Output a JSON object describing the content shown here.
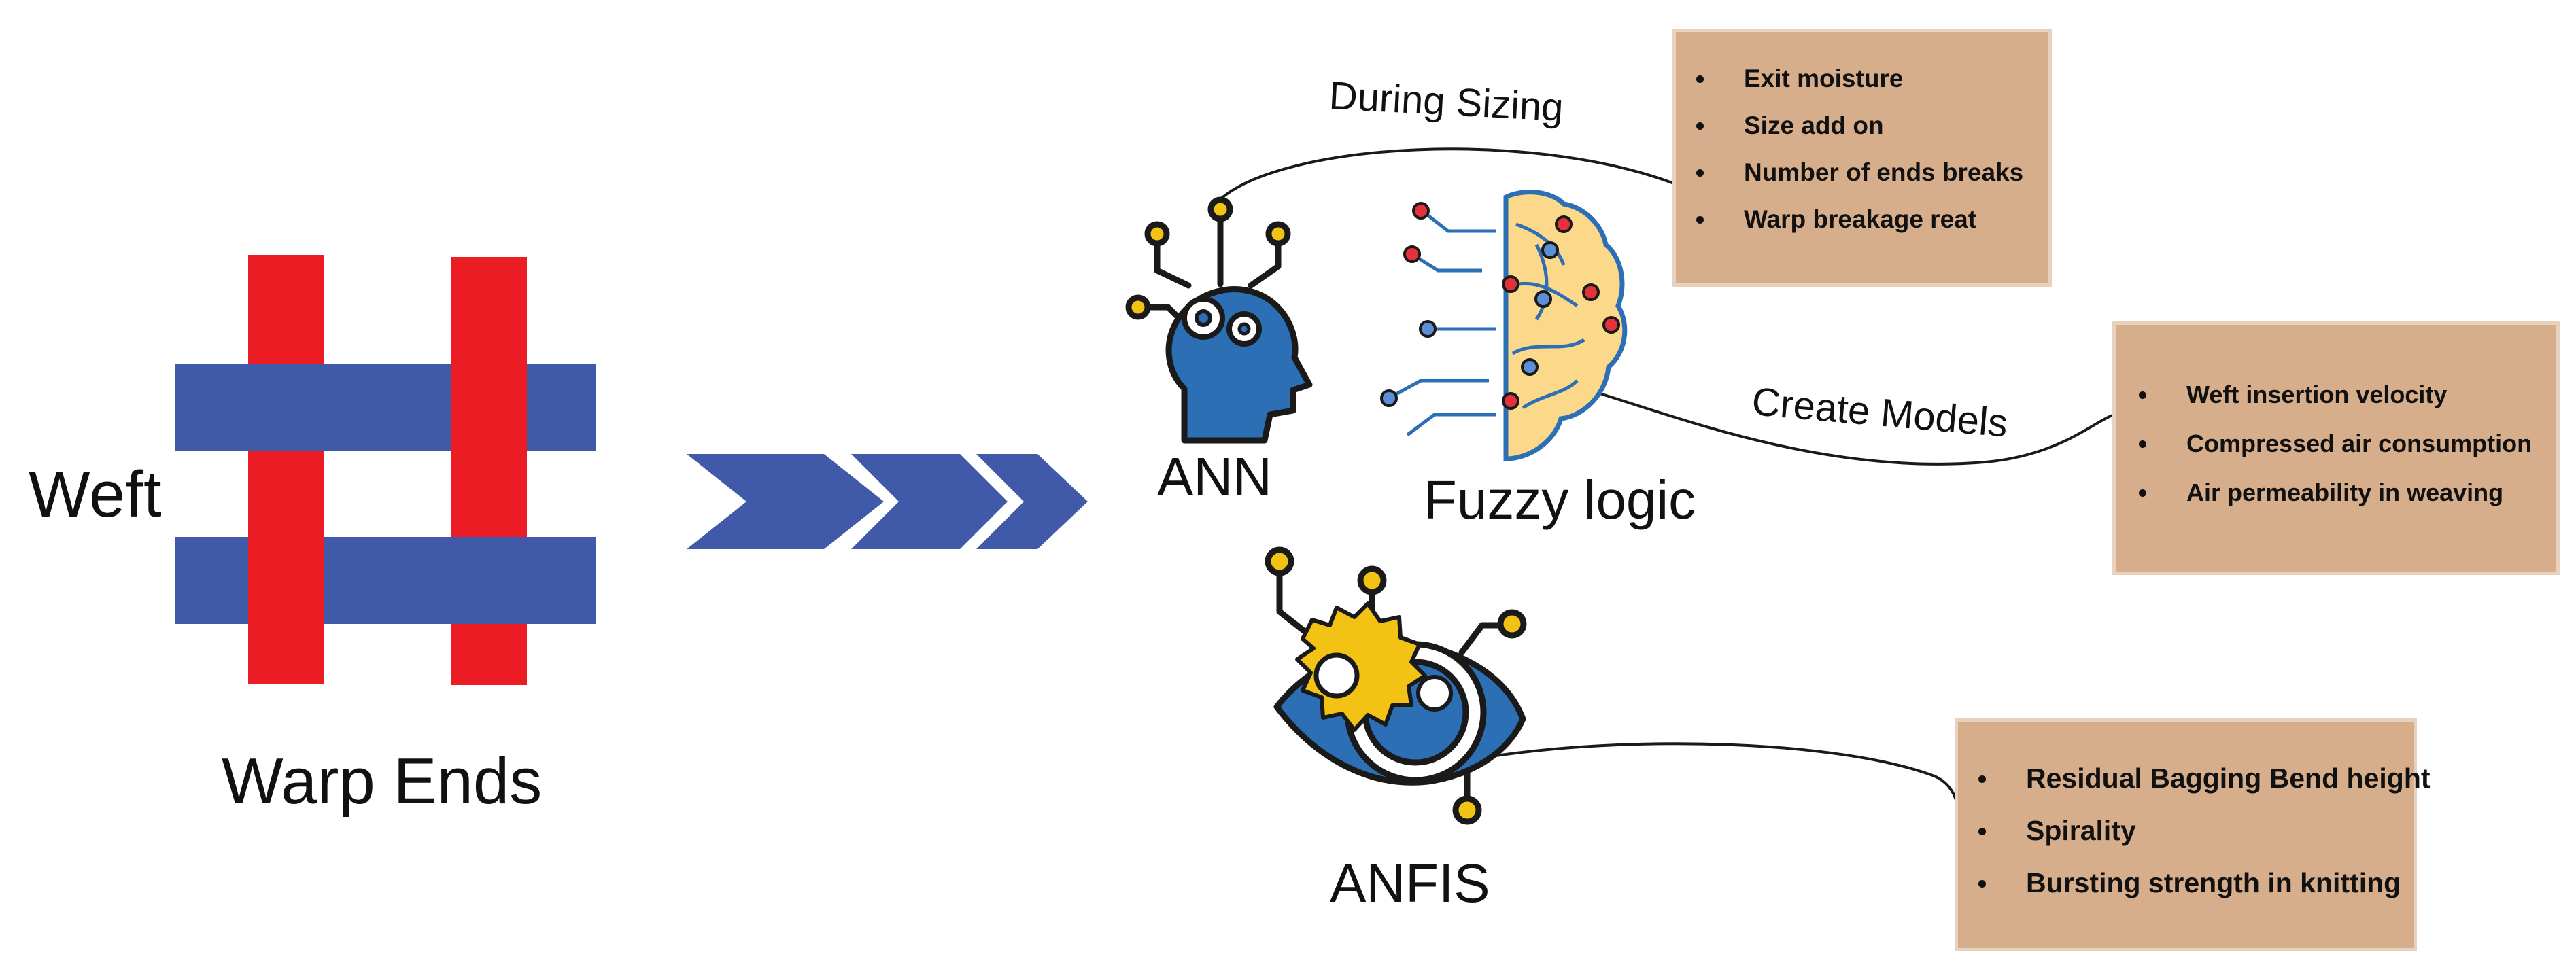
{
  "labels": {
    "weft": "Weft",
    "warp_ends": "Warp Ends",
    "ann": "ANN",
    "fuzzy_logic": "Fuzzy logic",
    "anfis": "ANFIS",
    "during_sizing": "During Sizing",
    "create_models": "Create  Models"
  },
  "boxes": {
    "sizing": [
      "Exit moisture",
      "Size add on",
      "Number of ends breaks",
      "Warp breakage reat"
    ],
    "models": [
      "Weft insertion velocity",
      "Compressed air consumption",
      "Air permeability in weaving"
    ],
    "anfis": [
      "Residual Bagging Bend height",
      "Spirality",
      "Bursting strength in knitting"
    ]
  },
  "colors": {
    "warp_red": "#ec1c24",
    "weft_blue": "#4059a9",
    "chevron_blue": "#4059a9",
    "box_fill": "#d7ae8b",
    "head_blue": "#2d6fb4",
    "outline": "#1a1a1a",
    "node_yellow": "#f2c214",
    "brain_fill": "#fbd88a",
    "node_red": "#e3323c",
    "node_lightblue": "#5b8fd6"
  },
  "icons": {
    "ann": "ai-head-gear-icon",
    "fuzzy": "brain-circuit-icon",
    "anfis": "eye-gear-icon"
  }
}
